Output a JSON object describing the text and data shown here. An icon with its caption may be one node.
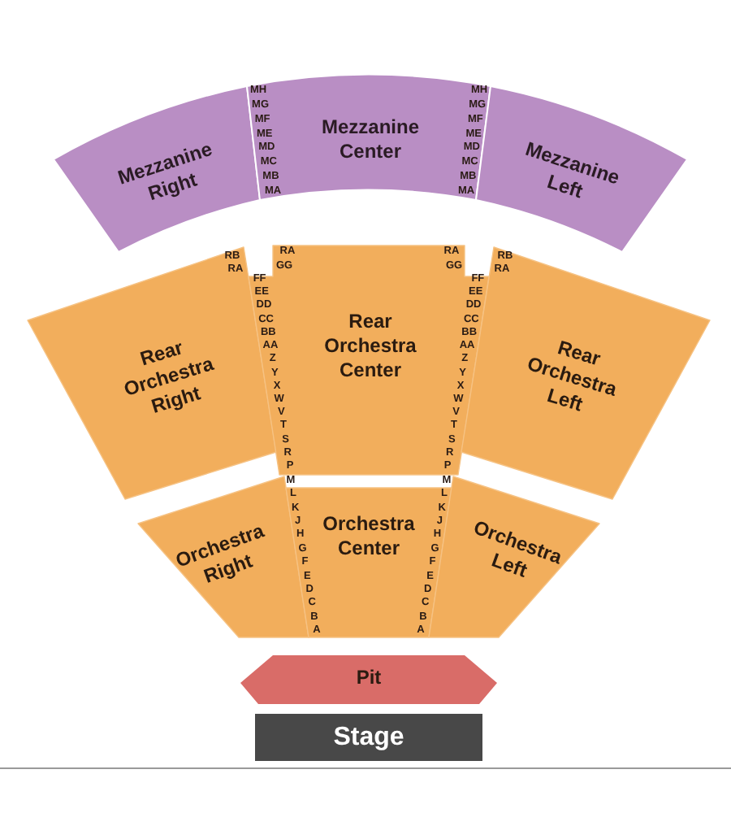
{
  "diagram": {
    "nodes": [
      {
        "text": [
          "Mezzanine Right"
        ]
      },
      {
        "text": [
          "Mezzanine Center"
        ]
      },
      {
        "text": [
          "Mezzanine Left"
        ]
      },
      {
        "text": [
          "Rear Orchestra Right"
        ]
      },
      {
        "text": [
          "Rear Orchestra Center"
        ]
      },
      {
        "text": [
          "Rear Orchestra Left"
        ]
      },
      {
        "text": [
          "Orchestra Right"
        ]
      },
      {
        "text": [
          "Orchestra Center"
        ]
      },
      {
        "text": [
          "Orchestra Left"
        ]
      },
      {
        "text": [
          "Pit"
        ]
      },
      {
        "text": [
          "Stage"
        ]
      }
    ],
    "labels": [
      "MH",
      "MG",
      "MF",
      "ME",
      "MD",
      "MC",
      "MB",
      "MA",
      "MH",
      "MG",
      "MF",
      "ME",
      "MD",
      "MC",
      "MB",
      "MA",
      "RB",
      "RA",
      "RA",
      "GG",
      "FF",
      "EE",
      "DD",
      "CC",
      "BB",
      "AA",
      "Z",
      "Y",
      "X",
      "W",
      "V",
      "T",
      "S",
      "R",
      "P",
      "RA",
      "GG",
      "FF",
      "EE",
      "DD",
      "CC",
      "BB",
      "AA",
      "Z",
      "Y",
      "X",
      "W",
      "V",
      "T",
      "S",
      "R",
      "P",
      "RB",
      "RA",
      "M",
      "L",
      "K",
      "J",
      "H",
      "G",
      "F",
      "E",
      "D",
      "C",
      "B",
      "A",
      "M",
      "L",
      "K",
      "J",
      "H",
      "G",
      "F",
      "E",
      "D",
      "C",
      "B",
      "A"
    ]
  }
}
